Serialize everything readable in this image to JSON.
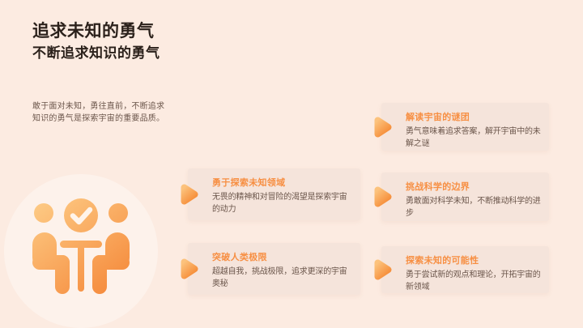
{
  "header": {
    "title": "追求未知的勇气",
    "subtitle": "不断追求知识的勇气"
  },
  "intro": "敢于面对未知，勇往直前，不断追求知识的勇气是探索宇宙的重要品质。",
  "illustration": {
    "icon": "meeting-check-icon",
    "description": "two people seated at a table with an approved checkmark badge"
  },
  "cards": [
    {
      "icon": "arrow-right-icon",
      "title": "解读宇宙的谜团",
      "body": "勇气意味着追求答案，解开宇宙中的未解之谜"
    },
    {
      "icon": "arrow-right-icon",
      "title": "勇于探索未知领域",
      "body": "无畏的精神和对冒险的渴望是探索宇宙的动力"
    },
    {
      "icon": "arrow-right-icon",
      "title": "挑战科学的边界",
      "body": "勇敢面对科学未知，不断推动科学的进步"
    },
    {
      "icon": "arrow-right-icon",
      "title": "突破人类极限",
      "body": "超越自我，挑战极限，追求更深的宇宙奥秘"
    },
    {
      "icon": "arrow-right-icon",
      "title": "探索未知的可能性",
      "body": "勇于尝试新的观点和理论，开拓宇宙的新领域"
    }
  ],
  "colors": {
    "background": "#FCEBE1",
    "card_background": "#F5E4DB",
    "accent_orange": "#F78F43",
    "gradient_light": "#FDC983",
    "gradient_dark": "#F5893A",
    "heading_text": "#2B211B",
    "body_text": "#6B564B",
    "check_mark": "#FFF4EA"
  }
}
